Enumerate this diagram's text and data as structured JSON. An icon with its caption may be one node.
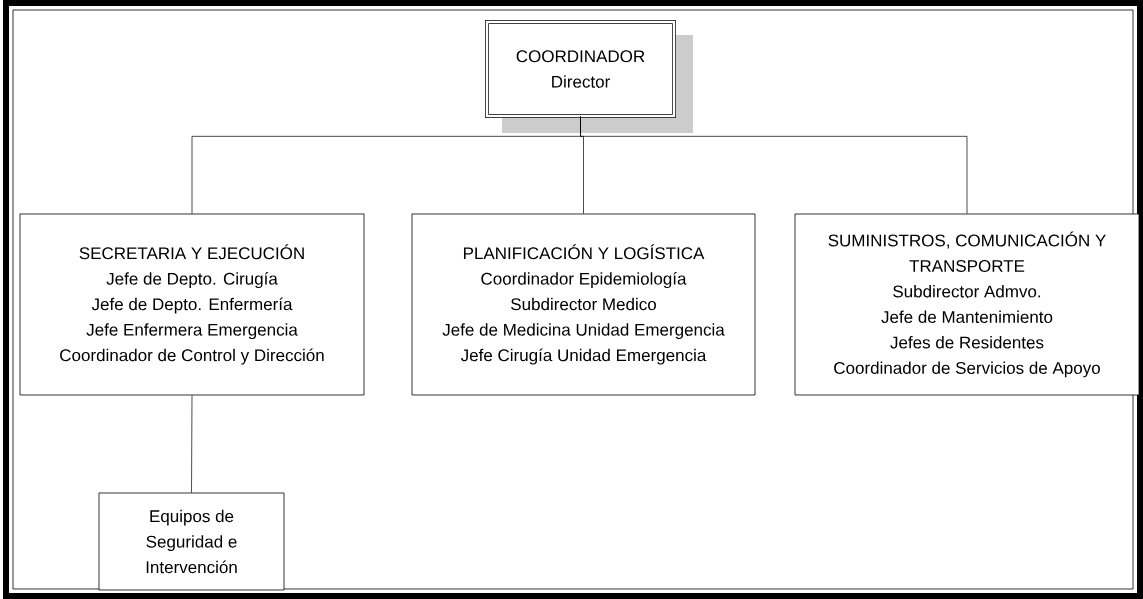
{
  "diagram": {
    "nodes": [
      {
        "text": [
          "COORDINADOR",
          "Director"
        ]
      },
      {
        "text": [
          "SECRETARIA Y EJECUCIÓN",
          "Jefe de Depto. Cirugía",
          "Jefe de Depto. Enfermería",
          "Jefe Enfermera Emergencia",
          "Coordinador de Control y Dirección"
        ]
      },
      {
        "text": [
          "PLANIFICACIÓN Y LOGÍSTICA",
          "Coordinador Epidemiología",
          "Subdirector Medico",
          "Jefe de Medicina Unidad Emergencia",
          "Jefe Cirugía Unidad Emergencia"
        ]
      },
      {
        "text": [
          "SUMINISTROS, COMUNICACIÓN Y TRANSPORTE",
          "Subdirector Admvo.",
          "Jefe de Mantenimiento",
          "Jefes de Residentes",
          "Coordinador de Servicios de Apoyo"
        ]
      },
      {
        "text": [
          "Equipos de Seguridad e Intervención"
        ]
      }
    ],
    "edges": [
      {
        "from": 0,
        "to": 1,
        "arrow": "none"
      },
      {
        "from": 0,
        "to": 2,
        "arrow": "none"
      },
      {
        "from": 0,
        "to": 3,
        "arrow": "none"
      },
      {
        "from": 1,
        "to": 4,
        "arrow": "none"
      }
    ]
  }
}
